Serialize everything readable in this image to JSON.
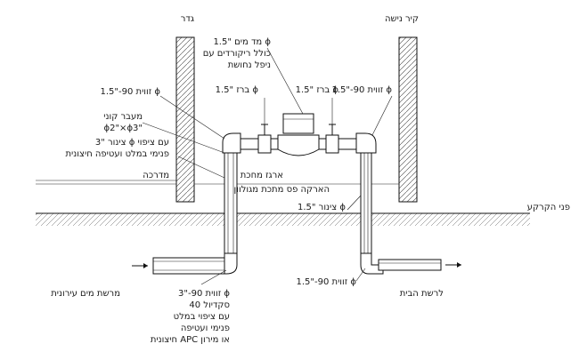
{
  "labels": {
    "fence": "גדר",
    "access_wall": "קיר נישה",
    "water_meter": "מד מים \"1.5 ϕ",
    "with_couplings": "כולל ריקורדים עם",
    "threaded_nipple": "ניפל נחושת",
    "valve_left": "ברז \"1.5 ϕ",
    "valve_right": "ברז \"1.5 ϕ",
    "elbow_left": "זווית 90-\"1.5 ϕ",
    "elbow_right": "זווית 90-\"1.5 ϕ",
    "reducer": "מעבר קוני",
    "reducer_size": "ϕ2\"×ϕ3\"",
    "pipe_coated": "צינור \"3 ϕ עם ציפוי",
    "pipe_coated_2": "פנימי במלט ועטיפה חיצונית",
    "sidewalk": "מדרכה",
    "ground_electrode": "ארגז מחכת",
    "ground_note": "הארקה פס מתכת מגולוון",
    "pipe_15": "צינור \"1.5 ϕ",
    "ground_level": "פני הקרקע",
    "from_city": "מרשת מים עירונית",
    "elbow_bottom_left": "זווית 90-\"3 ϕ",
    "sch": "סקדיול 40",
    "spec_1": "עם ציפוי במלט",
    "spec_2": "פנימי ועטיפה",
    "spec_3": "חיצונית APC או מירון",
    "elbow_bottom_right": "זווית 90-\"1.5 ϕ",
    "to_house": "לרשת הבית"
  }
}
